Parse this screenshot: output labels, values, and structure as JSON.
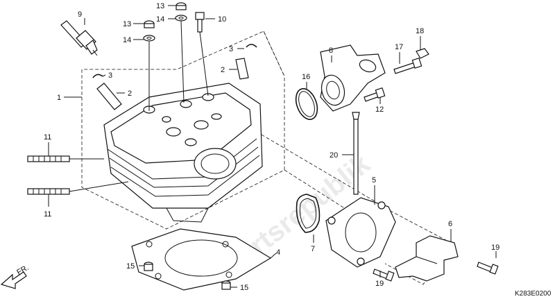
{
  "diagram": {
    "callouts": [
      {
        "id": "c9",
        "label": "9"
      },
      {
        "id": "c13a",
        "label": "13"
      },
      {
        "id": "c13b",
        "label": "13"
      },
      {
        "id": "c14a",
        "label": "14"
      },
      {
        "id": "c14b",
        "label": "14"
      },
      {
        "id": "c10",
        "label": "10"
      },
      {
        "id": "c3a",
        "label": "3"
      },
      {
        "id": "c2a",
        "label": "2"
      },
      {
        "id": "c3b",
        "label": "3"
      },
      {
        "id": "c2b",
        "label": "2"
      },
      {
        "id": "c1",
        "label": "1"
      },
      {
        "id": "c11a",
        "label": "11"
      },
      {
        "id": "c11b",
        "label": "11"
      },
      {
        "id": "c8",
        "label": "8"
      },
      {
        "id": "c17",
        "label": "17"
      },
      {
        "id": "c18",
        "label": "18"
      },
      {
        "id": "c16",
        "label": "16"
      },
      {
        "id": "c12",
        "label": "12"
      },
      {
        "id": "c20",
        "label": "20"
      },
      {
        "id": "c5",
        "label": "5"
      },
      {
        "id": "c6",
        "label": "6"
      },
      {
        "id": "c7",
        "label": "7"
      },
      {
        "id": "c4",
        "label": "4"
      },
      {
        "id": "c15a",
        "label": "15"
      },
      {
        "id": "c15b",
        "label": "15"
      },
      {
        "id": "c19a",
        "label": "19"
      },
      {
        "id": "c19b",
        "label": "19"
      }
    ],
    "front_marker": "FR.",
    "diagram_code": "K283E0200",
    "watermark": "Partsrepublik"
  }
}
